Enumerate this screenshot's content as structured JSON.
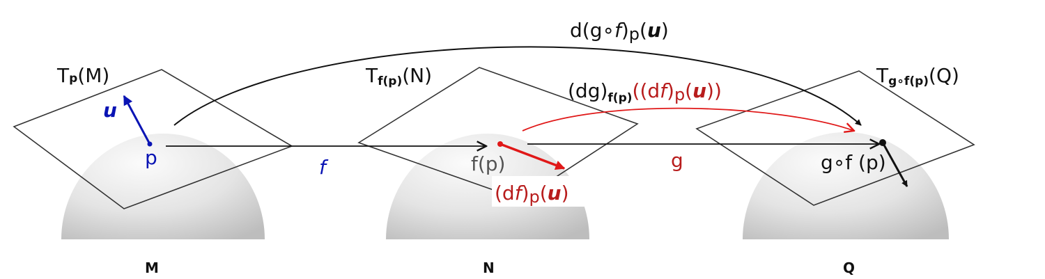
{
  "colors": {
    "black": "#111111",
    "blue": "#0a14b4",
    "red": "#e01818",
    "dark_red": "#b81c1c",
    "plane_stroke": "#333333",
    "gray_text": "#555555"
  },
  "icons": {
    "sphere": "hemisphere-icon",
    "plane": "tangent-plane-icon",
    "arrow": "arrow-icon"
  },
  "manifolds": {
    "m": "M",
    "n": "N",
    "q": "Q"
  },
  "tangent_spaces": {
    "m": {
      "base": "T",
      "sub": "p",
      "tail": "(M)"
    },
    "n": {
      "base": "T",
      "sub": "f(p)",
      "tail": "(N)"
    },
    "q": {
      "base": "T",
      "sub": "g∘f(p)",
      "tail": "(Q)"
    }
  },
  "points": {
    "p": "p",
    "fp": "f(p)",
    "gfp": "g∘f (p)"
  },
  "vectors": {
    "u": "u",
    "dfpu": {
      "open": "(d",
      "f": "f",
      "close": ")",
      "sub": "p",
      "arg_open": "(",
      "u": "u",
      "arg_close": ")"
    }
  },
  "maps": {
    "f": "f",
    "g": "g",
    "dgf": {
      "open": "d(g∘",
      "f": "f",
      "close": ")",
      "sub": "p",
      "arg_open": "(",
      "u": "u",
      "arg_close": ")"
    },
    "dg": {
      "head": "(dg)",
      "sub": "f(p)",
      "open2": "((d",
      "f": "f",
      "close2": ")",
      "sub2": "p",
      "arg_open": "(",
      "u": "u",
      "arg_close": "))"
    }
  }
}
